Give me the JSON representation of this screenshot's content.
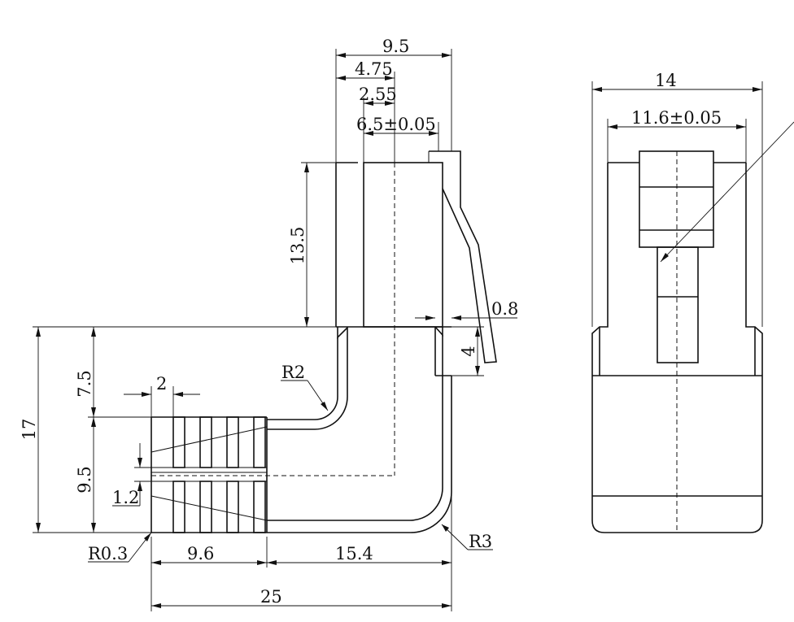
{
  "dimensions": {
    "top_9_5": "9.5",
    "top_4_75": "4.75",
    "top_2_55": "2.55",
    "top_6_5": "6.5±0.05",
    "left_13_5": "13.5",
    "right_0_8": "0.8",
    "right_4": "4",
    "left_17": "17",
    "left_7_5": "7.5",
    "left_9_5": "9.5",
    "left_2": "2",
    "left_1_2": "1.2",
    "radius_r2": "R2",
    "radius_r3": "R3",
    "radius_r0_3": "R0.3",
    "bottom_9_6": "9.6",
    "bottom_15_4": "15.4",
    "bottom_25": "25",
    "side_14": "14",
    "side_11_6": "11.6±0.05"
  }
}
